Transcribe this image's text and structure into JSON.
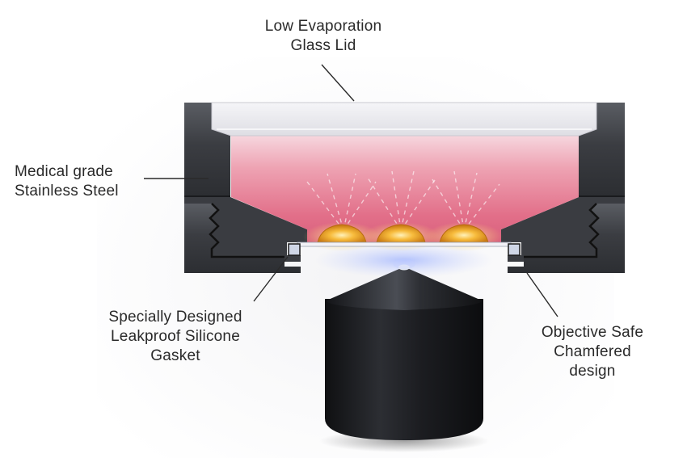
{
  "labels": {
    "lid": [
      "Low Evaporation",
      "Glass Lid"
    ],
    "steel": [
      "Medical grade",
      "Stainless Steel"
    ],
    "gasket": [
      "Specially Designed",
      "Leakproof Silicone",
      "Gasket"
    ],
    "objective": [
      "Objective Safe",
      "Chamfered",
      "design"
    ]
  },
  "colors": {
    "text": "#2a2a2a",
    "dish_body": "#3d3f43",
    "glass_lid": "#e9e9ee",
    "medium": "#e9889d",
    "cells": "#f3a62b",
    "objective": "#1b1c1f"
  }
}
